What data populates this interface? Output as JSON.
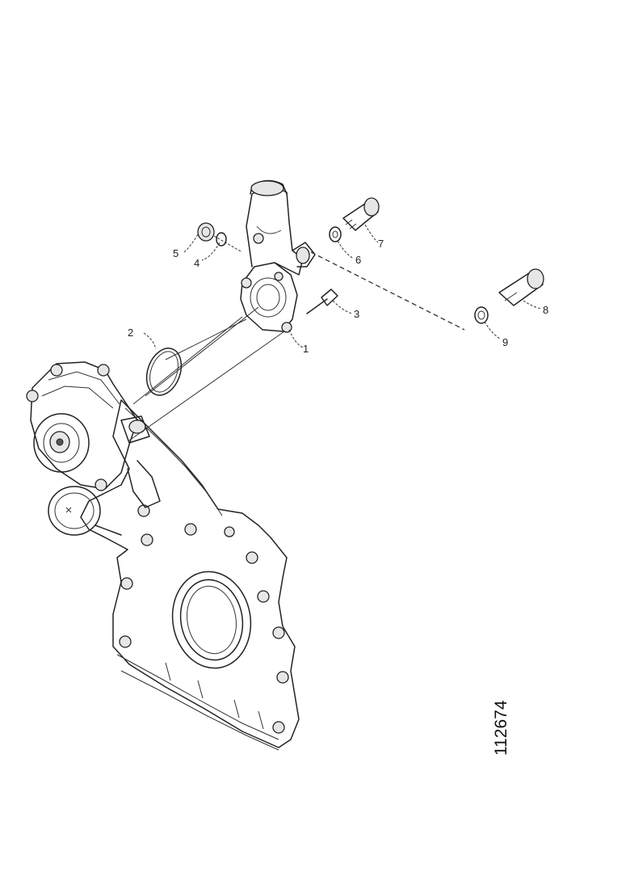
{
  "reference_number": "112674",
  "callouts": [
    {
      "id": "1",
      "text": "1"
    },
    {
      "id": "2",
      "text": "2"
    },
    {
      "id": "3",
      "text": "3"
    },
    {
      "id": "4",
      "text": "4"
    },
    {
      "id": "5",
      "text": "5"
    },
    {
      "id": "6",
      "text": "6"
    },
    {
      "id": "7",
      "text": "7"
    },
    {
      "id": "8",
      "text": "8"
    },
    {
      "id": "9",
      "text": "9"
    }
  ]
}
